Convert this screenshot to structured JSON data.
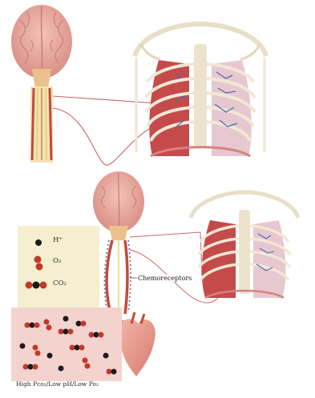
{
  "legend": {
    "items": [
      {
        "glyph": "black-dot",
        "label": "H⁺"
      },
      {
        "glyph": "red-pair",
        "label": "O₂"
      },
      {
        "glyph": "co2-molecule",
        "label": "CO₂"
      }
    ]
  },
  "labels": {
    "chemoreceptors": "Chemoreceptors",
    "caption": "High Pco₂/Low pH/Low Po₂"
  },
  "colors": {
    "brain": "#e8a9a0",
    "lung_red": "#c54b4b",
    "vein_blue": "#4a6fb0",
    "legend_bg": "#f6efcf",
    "blood_bg": "#f4d3cf",
    "nerve": "#c9676a"
  }
}
